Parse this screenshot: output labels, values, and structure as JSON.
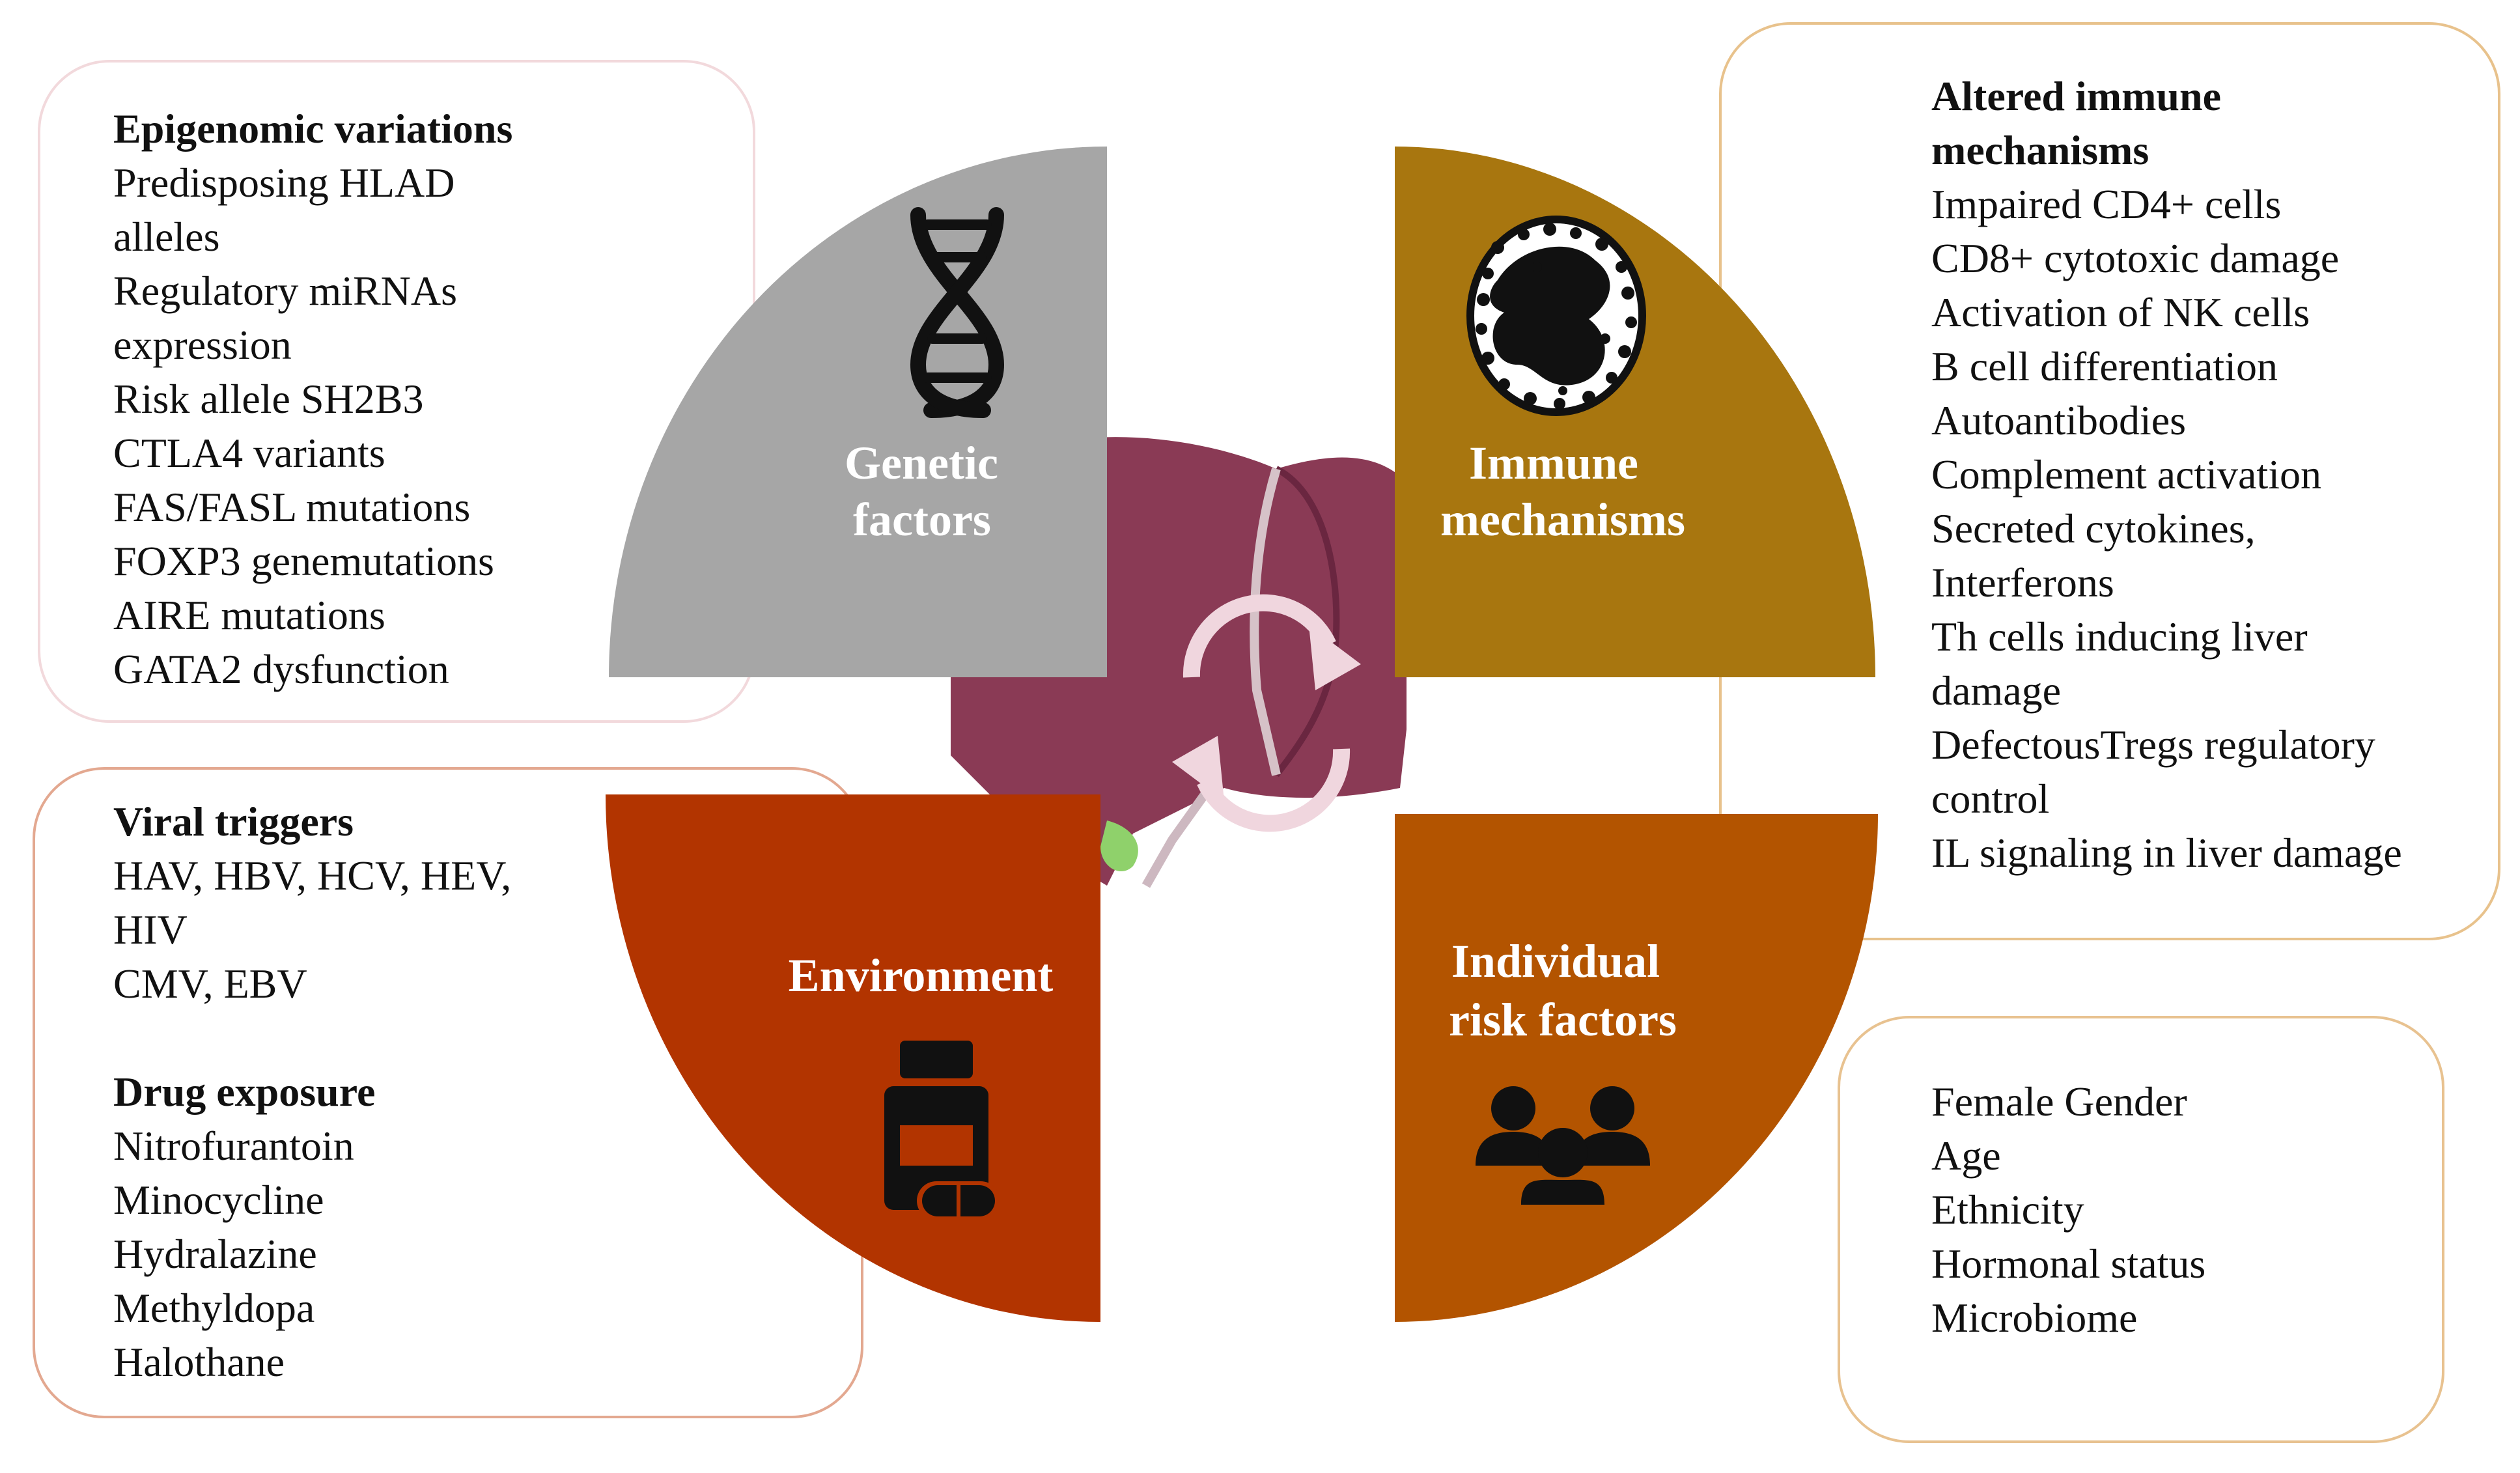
{
  "quadrants": {
    "genetic": {
      "label_lines": [
        "Genetic",
        "factors"
      ],
      "color": "#a6a6a6",
      "icon": "dna-icon"
    },
    "immune": {
      "label_lines": [
        "Immune",
        "mechanisms"
      ],
      "color": "#a8760f",
      "icon": "immune-cell-icon"
    },
    "environment": {
      "label_lines": [
        "Environment"
      ],
      "color": "#b23400",
      "icon": "pill-bottle-icon"
    },
    "individual": {
      "label_lines": [
        "Individual",
        "risk factors"
      ],
      "color": "#b35400",
      "icon": "people-group-icon"
    }
  },
  "center": {
    "organ": "liver-illustration",
    "cycle": "cycle-arrows-icon"
  },
  "boxes": {
    "epigenomic": {
      "border_color": "#f2d9dc",
      "heading": "Epigenomic variations",
      "items": [
        "Predisposing HLAD",
        "alleles",
        "Regulatory miRNAs",
        "expression",
        "Risk allele SH2B3",
        "CTLA4 variants",
        "FAS/FASL mutations",
        "FOXP3 genemutations",
        "AIRE mutations",
        "GATA2 dysfunction"
      ]
    },
    "immune": {
      "border_color": "#e8c28c",
      "heading_lines": [
        "Altered immune",
        "mechanisms"
      ],
      "items": [
        "Impaired CD4+ cells",
        "CD8+ cytotoxic damage",
        "Activation of NK cells",
        "B cell differentiation",
        "Autoantibodies",
        "Complement activation",
        "Secreted cytokines,",
        "Interferons",
        "Th cells inducing liver",
        "damage",
        "DefectousTregs regulatory",
        "control",
        "IL signaling in liver damage"
      ]
    },
    "environment": {
      "border_color": "#e3a890",
      "viral_heading": "Viral triggers",
      "viral_items": [
        "HAV, HBV, HCV, HEV,",
        "HIV",
        "CMV, EBV"
      ],
      "drug_heading": "Drug exposure",
      "drug_items": [
        "Nitrofurantoin",
        "Minocycline",
        "Hydralazine",
        "Methyldopa",
        "Halothane"
      ]
    },
    "risk": {
      "border_color": "#e8c290",
      "items": [
        "Female Gender",
        "Age",
        "Ethnicity",
        "Hormonal status",
        "Microbiome"
      ]
    }
  }
}
